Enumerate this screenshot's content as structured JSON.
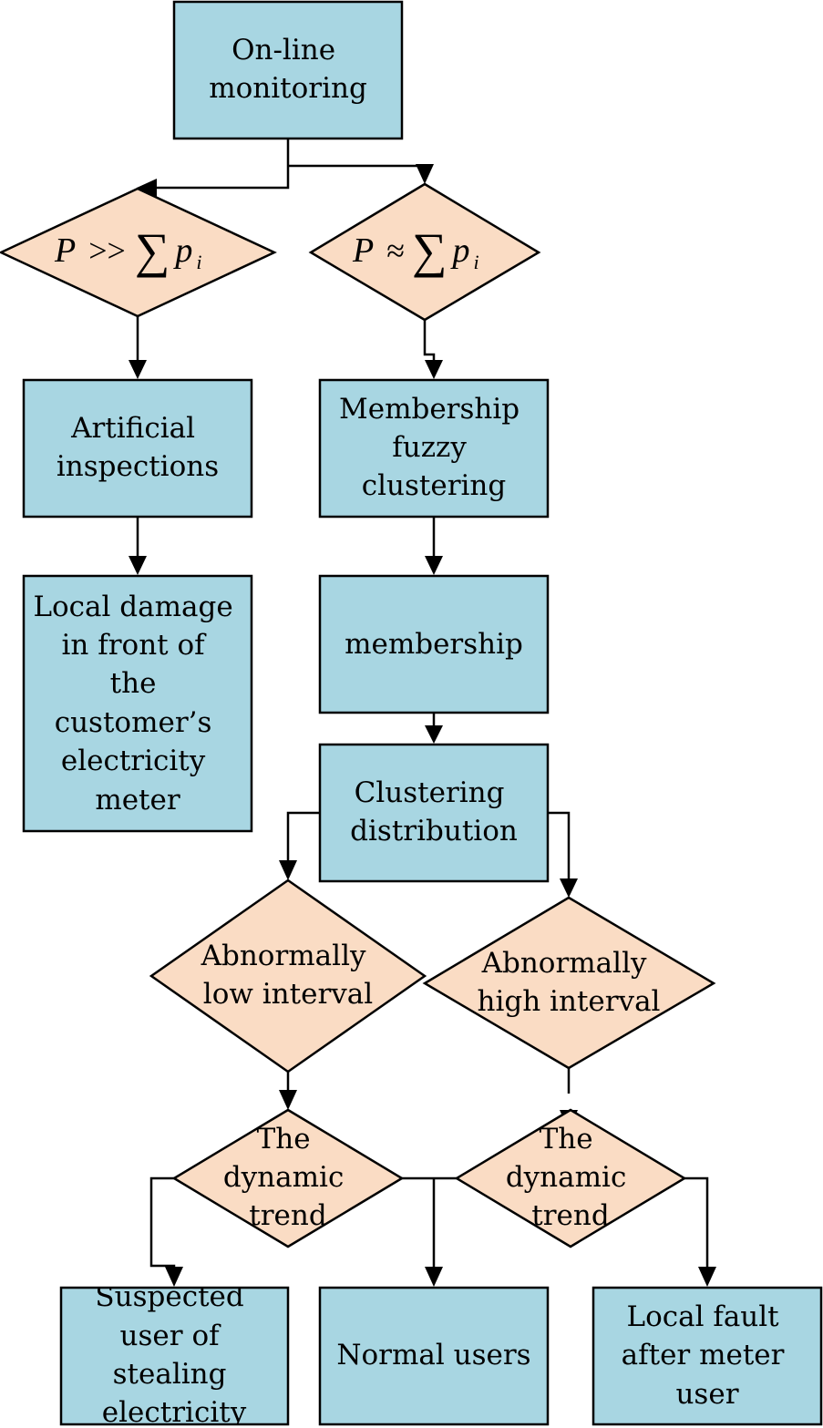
{
  "nodes": {
    "online_monitoring": [
      "On-line",
      "monitoring"
    ],
    "condition_left": {
      "p": "P",
      "op": ">>",
      "sum": "∑",
      "pi": "p",
      "sub": "i"
    },
    "condition_right": {
      "p": "P",
      "op": "≈",
      "sum": "∑",
      "pi": "p",
      "sub": "i"
    },
    "artificial_inspections": [
      "Artificial",
      "inspections"
    ],
    "local_damage": [
      "Local damage",
      "in front of",
      "the",
      "customer’s",
      "electricity",
      "meter"
    ],
    "membership_fuzzy": [
      "Membership",
      "fuzzy",
      "clustering"
    ],
    "membership": [
      "membership"
    ],
    "clustering_distribution": [
      "Clustering",
      "distribution"
    ],
    "abnormally_low": [
      "Abnormally",
      "low interval"
    ],
    "abnormally_high": [
      "Abnormally",
      "high interval"
    ],
    "trend_left": [
      "The",
      "dynamic",
      "trend"
    ],
    "trend_right": [
      "The",
      "dynamic",
      "trend"
    ],
    "suspected_user": [
      "Suspected",
      "user of",
      "stealing",
      "electricity"
    ],
    "normal_users": [
      "Normal users"
    ],
    "local_fault": [
      "Local fault",
      "after meter",
      "user"
    ]
  },
  "colors": {
    "process_fill": "#a8d6e2",
    "decision_fill": "#fadcc4",
    "stroke": "#000000"
  }
}
